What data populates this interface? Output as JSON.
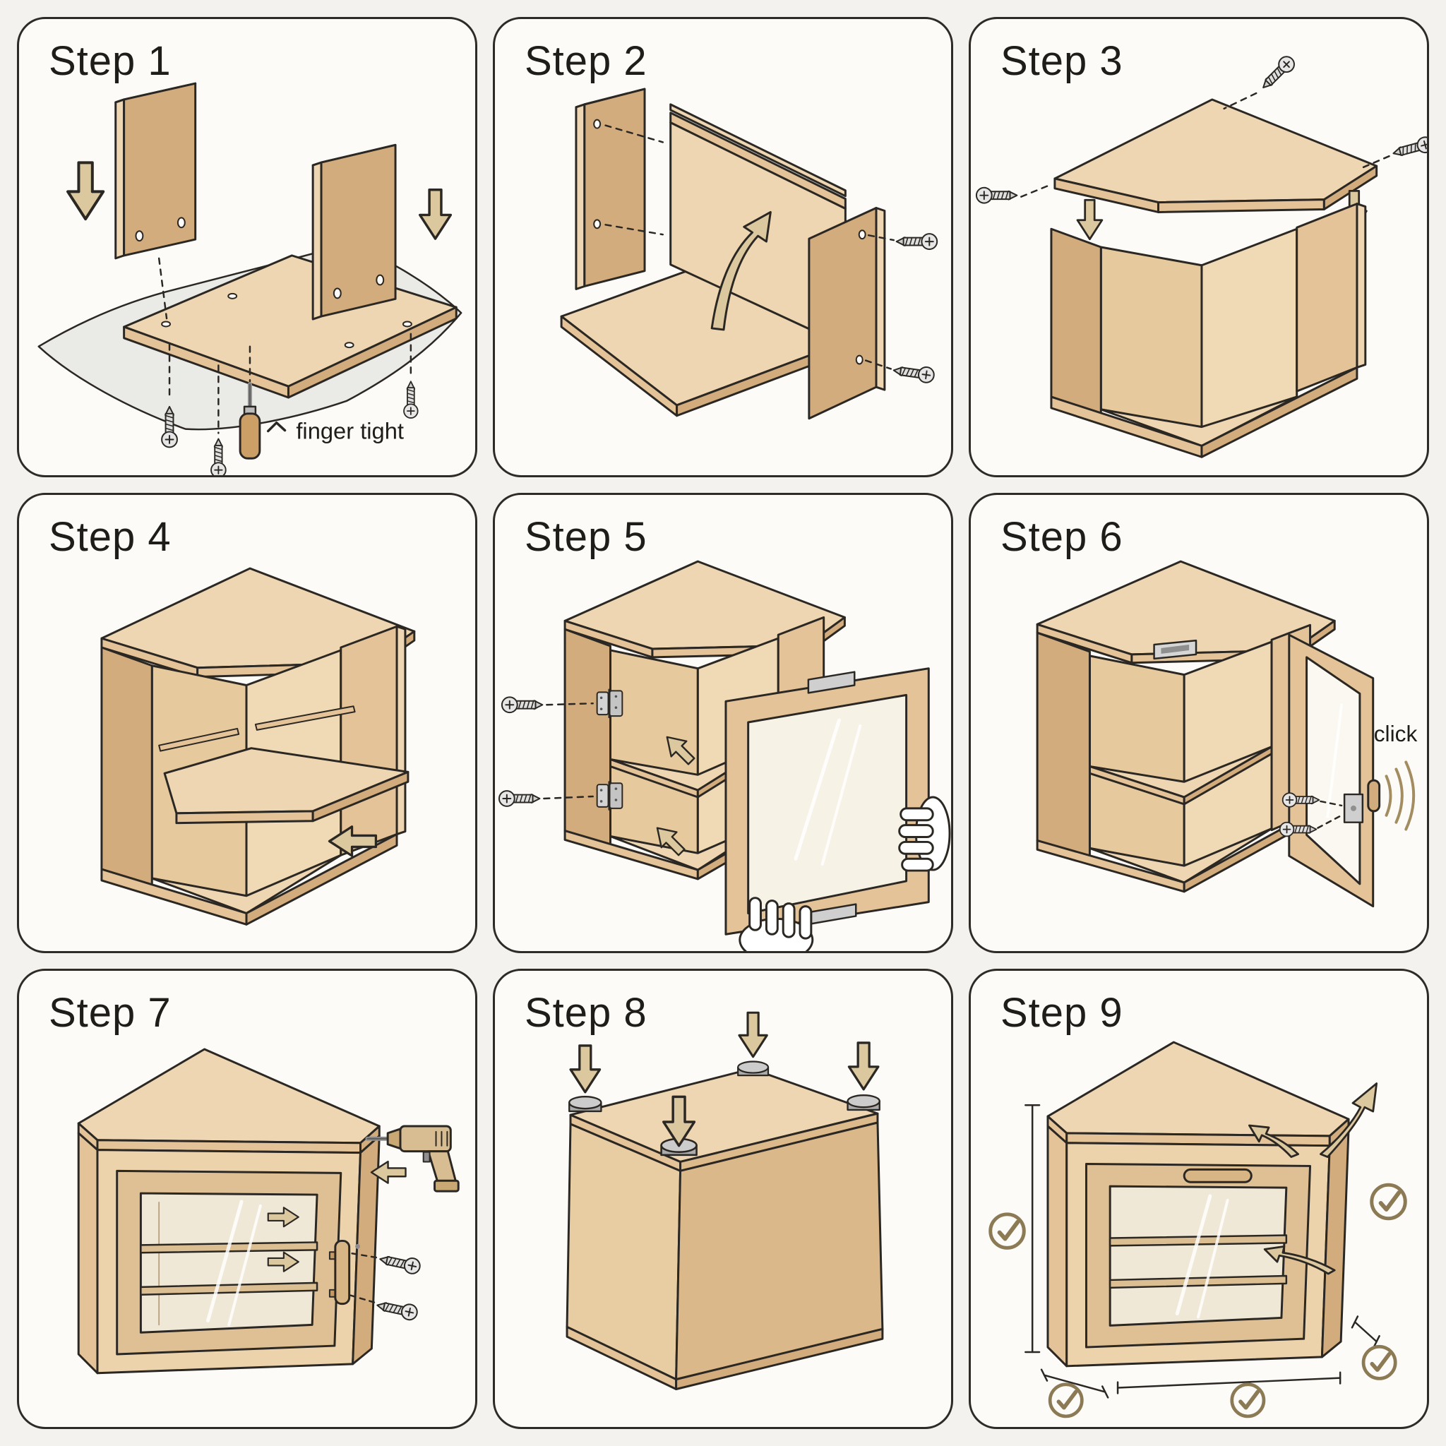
{
  "page": {
    "background": "#f4f2ee",
    "panel_background": "#fcfbf8",
    "border_color": "#2e2b27"
  },
  "palette": {
    "wood_light": "#eed6b2",
    "wood_mid": "#e4c398",
    "wood_dark": "#d3ac7d",
    "arrow": "#dcc89f",
    "metal": "#cfcfcf",
    "checkmark": "#8c7a55",
    "outline": "#2b2723"
  },
  "steps": [
    {
      "title": "Step 1",
      "annotation": "finger tight"
    },
    {
      "title": "Step 2",
      "annotation": ""
    },
    {
      "title": "Step 3",
      "annotation": ""
    },
    {
      "title": "Step 4",
      "annotation": ""
    },
    {
      "title": "Step 5",
      "annotation": ""
    },
    {
      "title": "Step 6",
      "annotation": "click"
    },
    {
      "title": "Step 7",
      "annotation": ""
    },
    {
      "title": "Step 8",
      "annotation": ""
    },
    {
      "title": "Step 9",
      "annotation": ""
    }
  ]
}
